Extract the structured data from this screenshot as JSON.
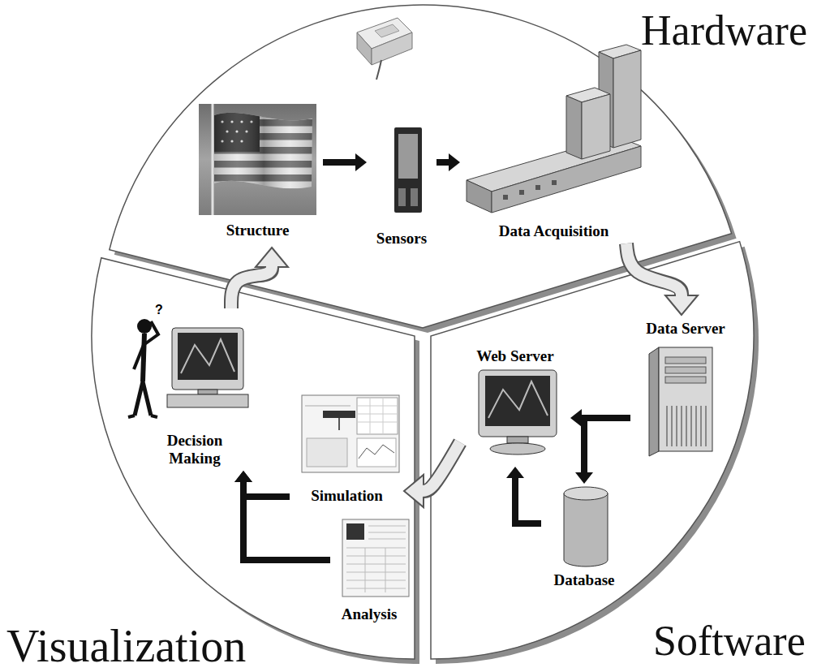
{
  "diagram": {
    "nodes": [
      {
        "text": [
          "Hardware"
        ]
      },
      {
        "text": [
          "Structure"
        ],
        "in": 0
      },
      {
        "text": [
          "Sensors"
        ],
        "in": 0
      },
      {
        "text": [
          "Data Acquisition"
        ],
        "in": 0
      },
      {
        "text": [
          "Software"
        ]
      },
      {
        "text": [
          "Data Server"
        ],
        "in": 4
      },
      {
        "text": [
          "Web Server"
        ],
        "in": 4
      },
      {
        "text": [
          "Database"
        ],
        "in": 4
      },
      {
        "text": [
          "Visualization"
        ]
      },
      {
        "text": [
          "Simulation"
        ],
        "in": 8
      },
      {
        "text": [
          "Analysis"
        ],
        "in": 8
      },
      {
        "text": [
          "Decision Making"
        ],
        "in": 8
      }
    ],
    "edges": [
      {
        "from": 1,
        "to": 2,
        "arrow": "to"
      },
      {
        "from": 2,
        "to": 3,
        "arrow": "to"
      },
      {
        "from": 3,
        "to": 5,
        "arrow": "to"
      },
      {
        "from": 5,
        "to": 6,
        "arrow": "to"
      },
      {
        "from": 5,
        "to": 7,
        "arrow": "to"
      },
      {
        "from": 7,
        "to": 6,
        "arrow": "to"
      },
      {
        "from": 6,
        "to": 9,
        "arrow": "to"
      },
      {
        "from": 9,
        "to": 11,
        "arrow": "to"
      },
      {
        "from": 10,
        "to": 11,
        "arrow": "to"
      },
      {
        "from": 11,
        "to": 1,
        "arrow": "to"
      }
    ],
    "labels": [
      "?"
    ]
  }
}
